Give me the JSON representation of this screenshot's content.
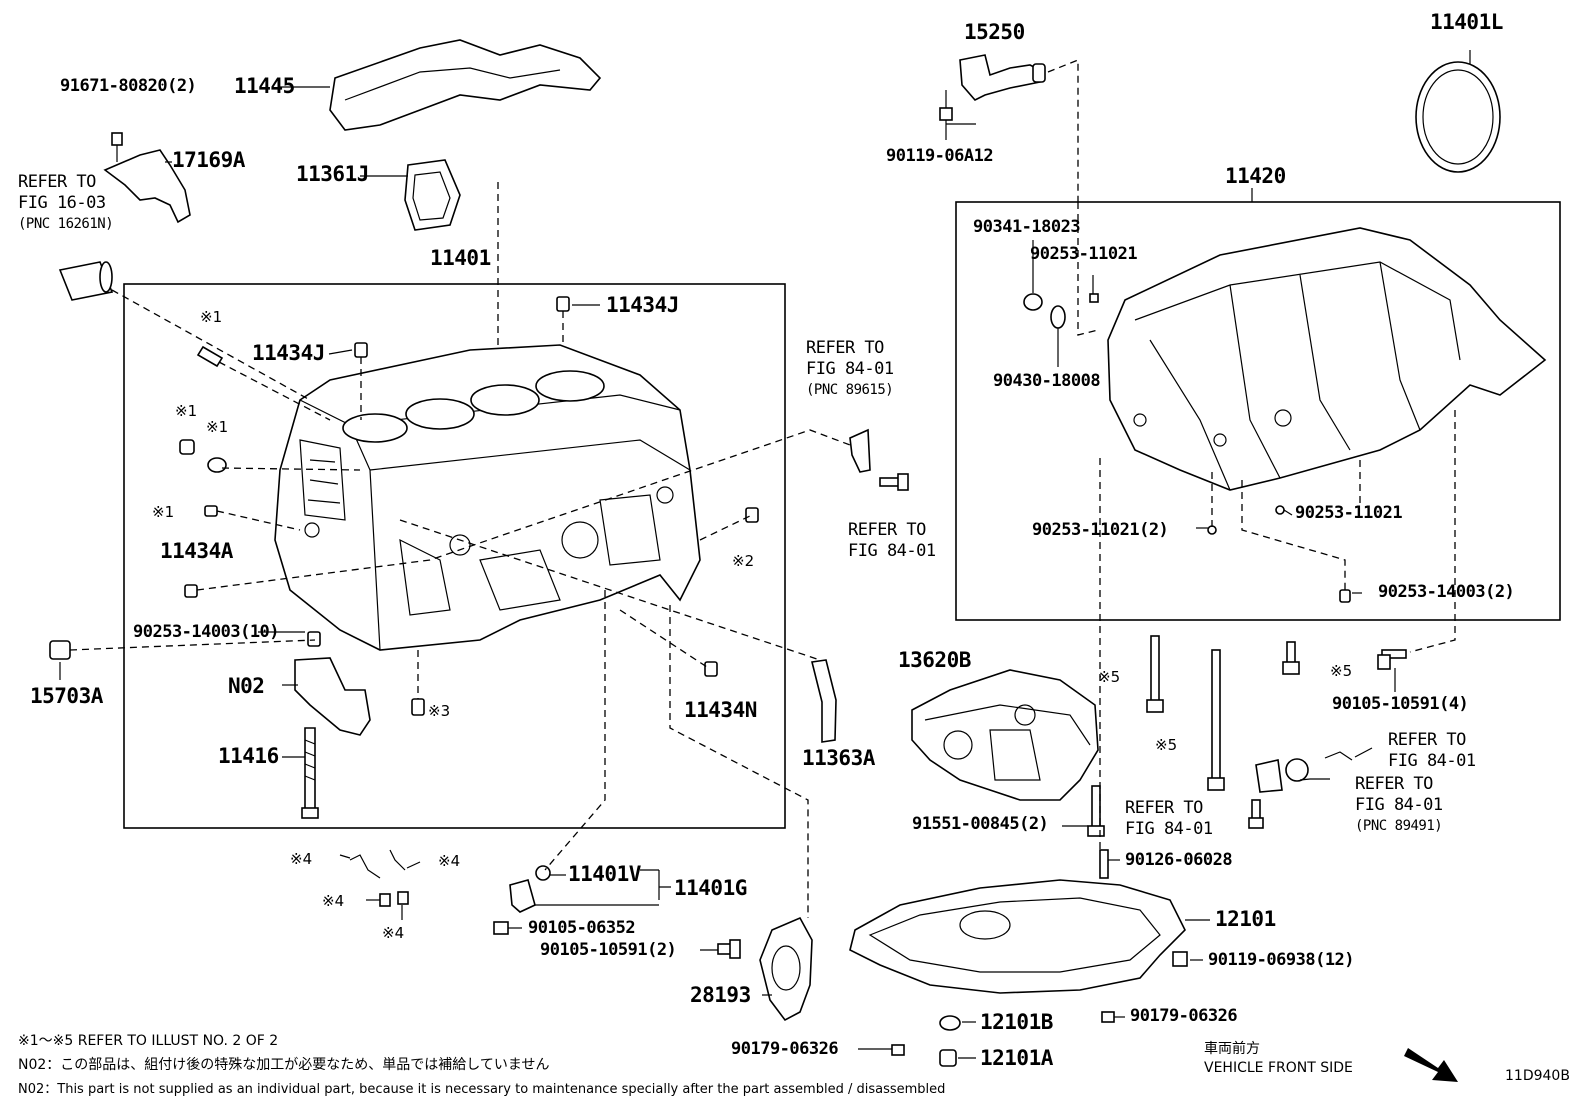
{
  "labels": {
    "p91671": "91671-80820(2)",
    "p11445": "11445",
    "p17169A": "17169A",
    "p11361J": "11361J",
    "p11401": "11401",
    "p11434J_a": "11434J",
    "p11434J_b": "11434J",
    "p11434A": "11434A",
    "p90253_14003_10": "90253-14003(10)",
    "p15703A": "15703A",
    "pN02": "N02",
    "p11416": "11416",
    "p11434N": "11434N",
    "p11363A": "11363A",
    "p15250": "15250",
    "p90119_06A12": "90119-06A12",
    "p11401L": "11401L",
    "p11420": "11420",
    "p90341": "90341-18023",
    "p90253_11021_a": "90253-11021",
    "p90430": "90430-18008",
    "p90253_11021_b": "90253-11021",
    "p90253_11021_2": "90253-11021(2)",
    "p90253_14003_2": "90253-14003(2)",
    "p13620B": "13620B",
    "p90105_10591_4": "90105-10591(4)",
    "p91551": "91551-00845(2)",
    "p90126": "90126-06028",
    "p12101": "12101",
    "p90119_06938": "90119-06938(12)",
    "p90179_a": "90179-06326",
    "p90179_b": "90179-06326",
    "p12101B": "12101B",
    "p12101A": "12101A",
    "p11401V": "11401V",
    "p11401G": "11401G",
    "p90105_06352": "90105-06352",
    "p90105_10591_2": "90105-10591(2)",
    "p28193": "28193",
    "diagram_id": "11D940B"
  },
  "refs": {
    "fig16_03": {
      "line1": "REFER TO",
      "line2": "FIG 16-03",
      "pnc": "(PNC 16261N)"
    },
    "fig84_01_a": {
      "line1": "REFER TO",
      "line2": "FIG 84-01",
      "pnc": "(PNC 89615)"
    },
    "fig84_01_b": {
      "line1": "REFER TO",
      "line2": "FIG 84-01"
    },
    "fig84_01_c": {
      "line1": "REFER TO",
      "line2": "FIG 84-01"
    },
    "fig84_01_d": {
      "line1": "REFER TO",
      "line2": "FIG 84-01"
    },
    "fig84_01_e": {
      "line1": "REFER TO",
      "line2": "FIG 84-01",
      "pnc": "(PNC 89491)"
    }
  },
  "marks": {
    "m1a": "※1",
    "m1b": "※1",
    "m1c": "※1",
    "m1d": "※1",
    "m2": "※2",
    "m3": "※3",
    "m4a": "※4",
    "m4b": "※4",
    "m4c": "※4",
    "m4d": "※4",
    "m5a": "※5",
    "m5b": "※5",
    "m5c": "※5"
  },
  "notes": {
    "line1": "※1～※5  REFER TO ILLUST NO. 2 OF 2",
    "line2": "N02：この部品は、組付け後の特殊な加工が必要なため、単品では補給していません",
    "line3": "N02：This part is not supplied as an individual part, because it is necessary to maintenance specially after the part assembled / disassembled"
  },
  "vehicle_front": {
    "jp": "車両前方",
    "en": "VEHICLE FRONT SIDE"
  }
}
